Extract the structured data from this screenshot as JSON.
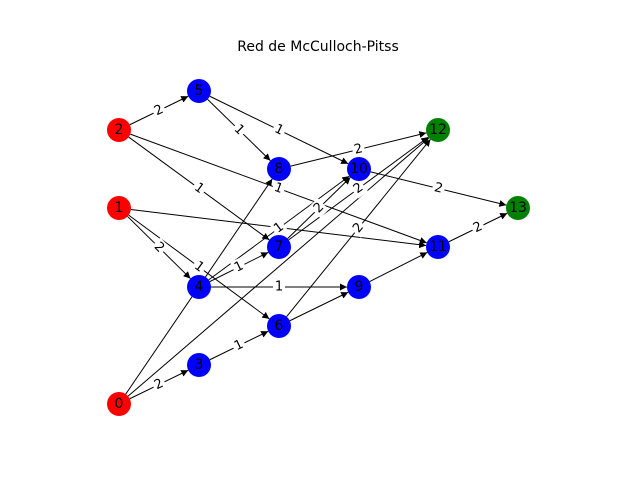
{
  "title": "Red de McCulloch-Pitss",
  "colors": {
    "input": "#ff0000",
    "hidden": "#0000ff",
    "output": "#008000",
    "edge": "#000000",
    "background": "#ffffff"
  },
  "nodes": [
    {
      "id": "0",
      "label": "0",
      "group": "input"
    },
    {
      "id": "1",
      "label": "1",
      "group": "input"
    },
    {
      "id": "2",
      "label": "2",
      "group": "input"
    },
    {
      "id": "3",
      "label": "3",
      "group": "hidden"
    },
    {
      "id": "4",
      "label": "4",
      "group": "hidden"
    },
    {
      "id": "5",
      "label": "5",
      "group": "hidden"
    },
    {
      "id": "6",
      "label": "6",
      "group": "hidden"
    },
    {
      "id": "7",
      "label": "7",
      "group": "hidden"
    },
    {
      "id": "8",
      "label": "8",
      "group": "hidden"
    },
    {
      "id": "9",
      "label": "9",
      "group": "hidden"
    },
    {
      "id": "10",
      "label": "10",
      "group": "hidden"
    },
    {
      "id": "11",
      "label": "11",
      "group": "hidden"
    },
    {
      "id": "12",
      "label": "12",
      "group": "output"
    },
    {
      "id": "13",
      "label": "13",
      "group": "output"
    }
  ],
  "edges": [
    {
      "from": "0",
      "to": "3",
      "weight": "2"
    },
    {
      "from": "0",
      "to": "8",
      "weight": ""
    },
    {
      "from": "0",
      "to": "12",
      "weight": ""
    },
    {
      "from": "1",
      "to": "4",
      "weight": "2"
    },
    {
      "from": "1",
      "to": "6",
      "weight": "1"
    },
    {
      "from": "1",
      "to": "11",
      "weight": ""
    },
    {
      "from": "2",
      "to": "5",
      "weight": "2"
    },
    {
      "from": "2",
      "to": "7",
      "weight": "1"
    },
    {
      "from": "2",
      "to": "11",
      "weight": "1"
    },
    {
      "from": "3",
      "to": "6",
      "weight": "1"
    },
    {
      "from": "4",
      "to": "7",
      "weight": "1"
    },
    {
      "from": "4",
      "to": "9",
      "weight": "1"
    },
    {
      "from": "4",
      "to": "10",
      "weight": "1"
    },
    {
      "from": "5",
      "to": "8",
      "weight": "1"
    },
    {
      "from": "5",
      "to": "10",
      "weight": "1"
    },
    {
      "from": "6",
      "to": "9",
      "weight": ""
    },
    {
      "from": "6",
      "to": "12",
      "weight": "2"
    },
    {
      "from": "7",
      "to": "12",
      "weight": "2"
    },
    {
      "from": "7",
      "to": "10",
      "weight": "2"
    },
    {
      "from": "8",
      "to": "12",
      "weight": "2"
    },
    {
      "from": "9",
      "to": "11",
      "weight": ""
    },
    {
      "from": "10",
      "to": "13",
      "weight": "2"
    },
    {
      "from": "11",
      "to": "13",
      "weight": "2"
    }
  ]
}
